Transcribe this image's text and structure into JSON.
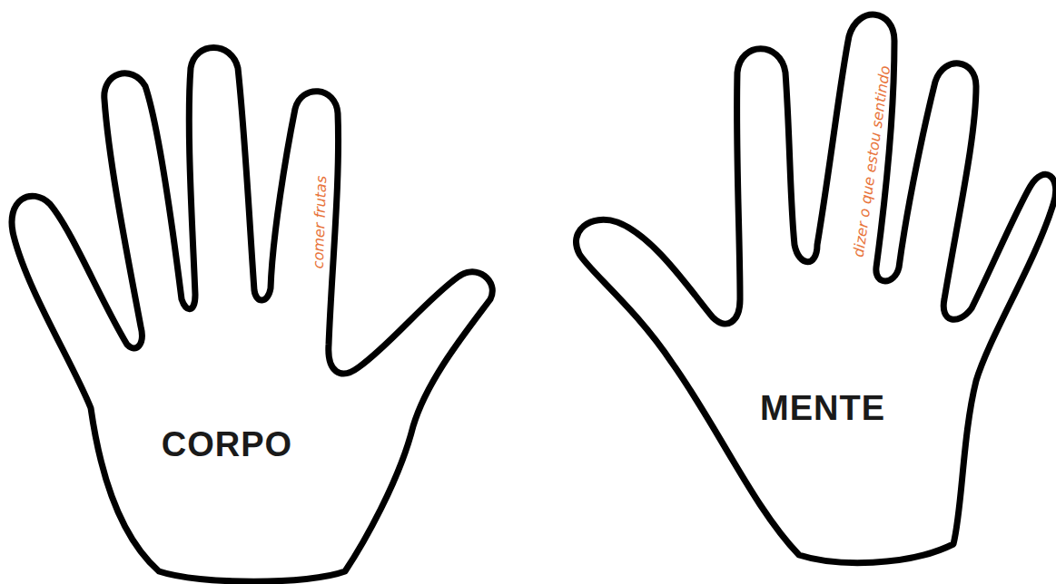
{
  "diagram": {
    "nodes": [
      {
        "text": [
          "CORPO",
          "comer frutas"
        ]
      },
      {
        "text": [
          "MENTE",
          "dizer o que estou sentindo"
        ]
      }
    ]
  }
}
